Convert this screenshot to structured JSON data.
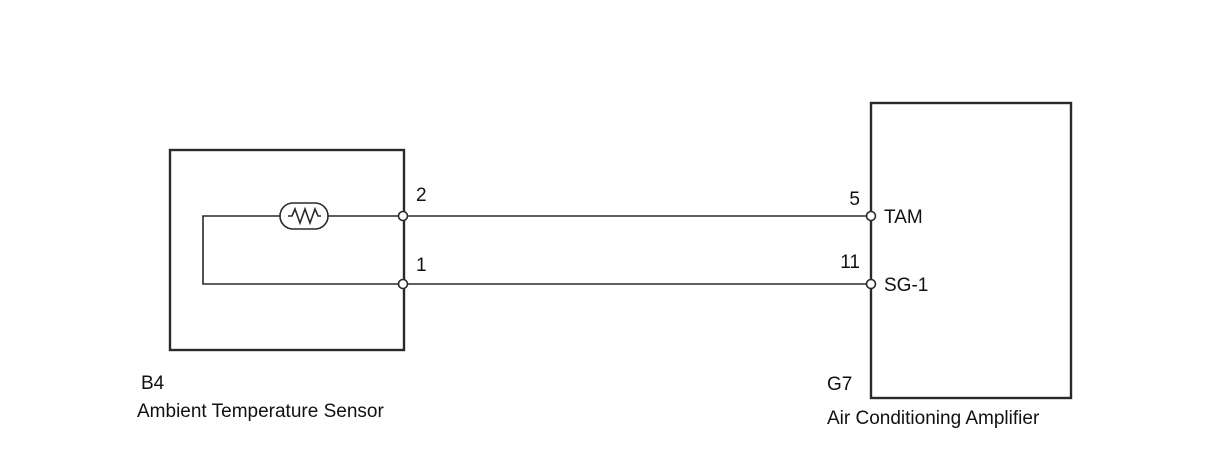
{
  "sensor": {
    "code": "B4",
    "name": "Ambient Temperature Sensor",
    "pins": {
      "signal": "2",
      "ground": "1"
    }
  },
  "amplifier": {
    "code": "G7",
    "name": "Air Conditioning Amplifier",
    "pins": {
      "tam_num": "5",
      "tam_name": "TAM",
      "sg_num": "11",
      "sg_name": "SG-1"
    }
  },
  "icons": {
    "resistor": "thermistor-icon",
    "terminal": "terminal-circle-icon"
  }
}
